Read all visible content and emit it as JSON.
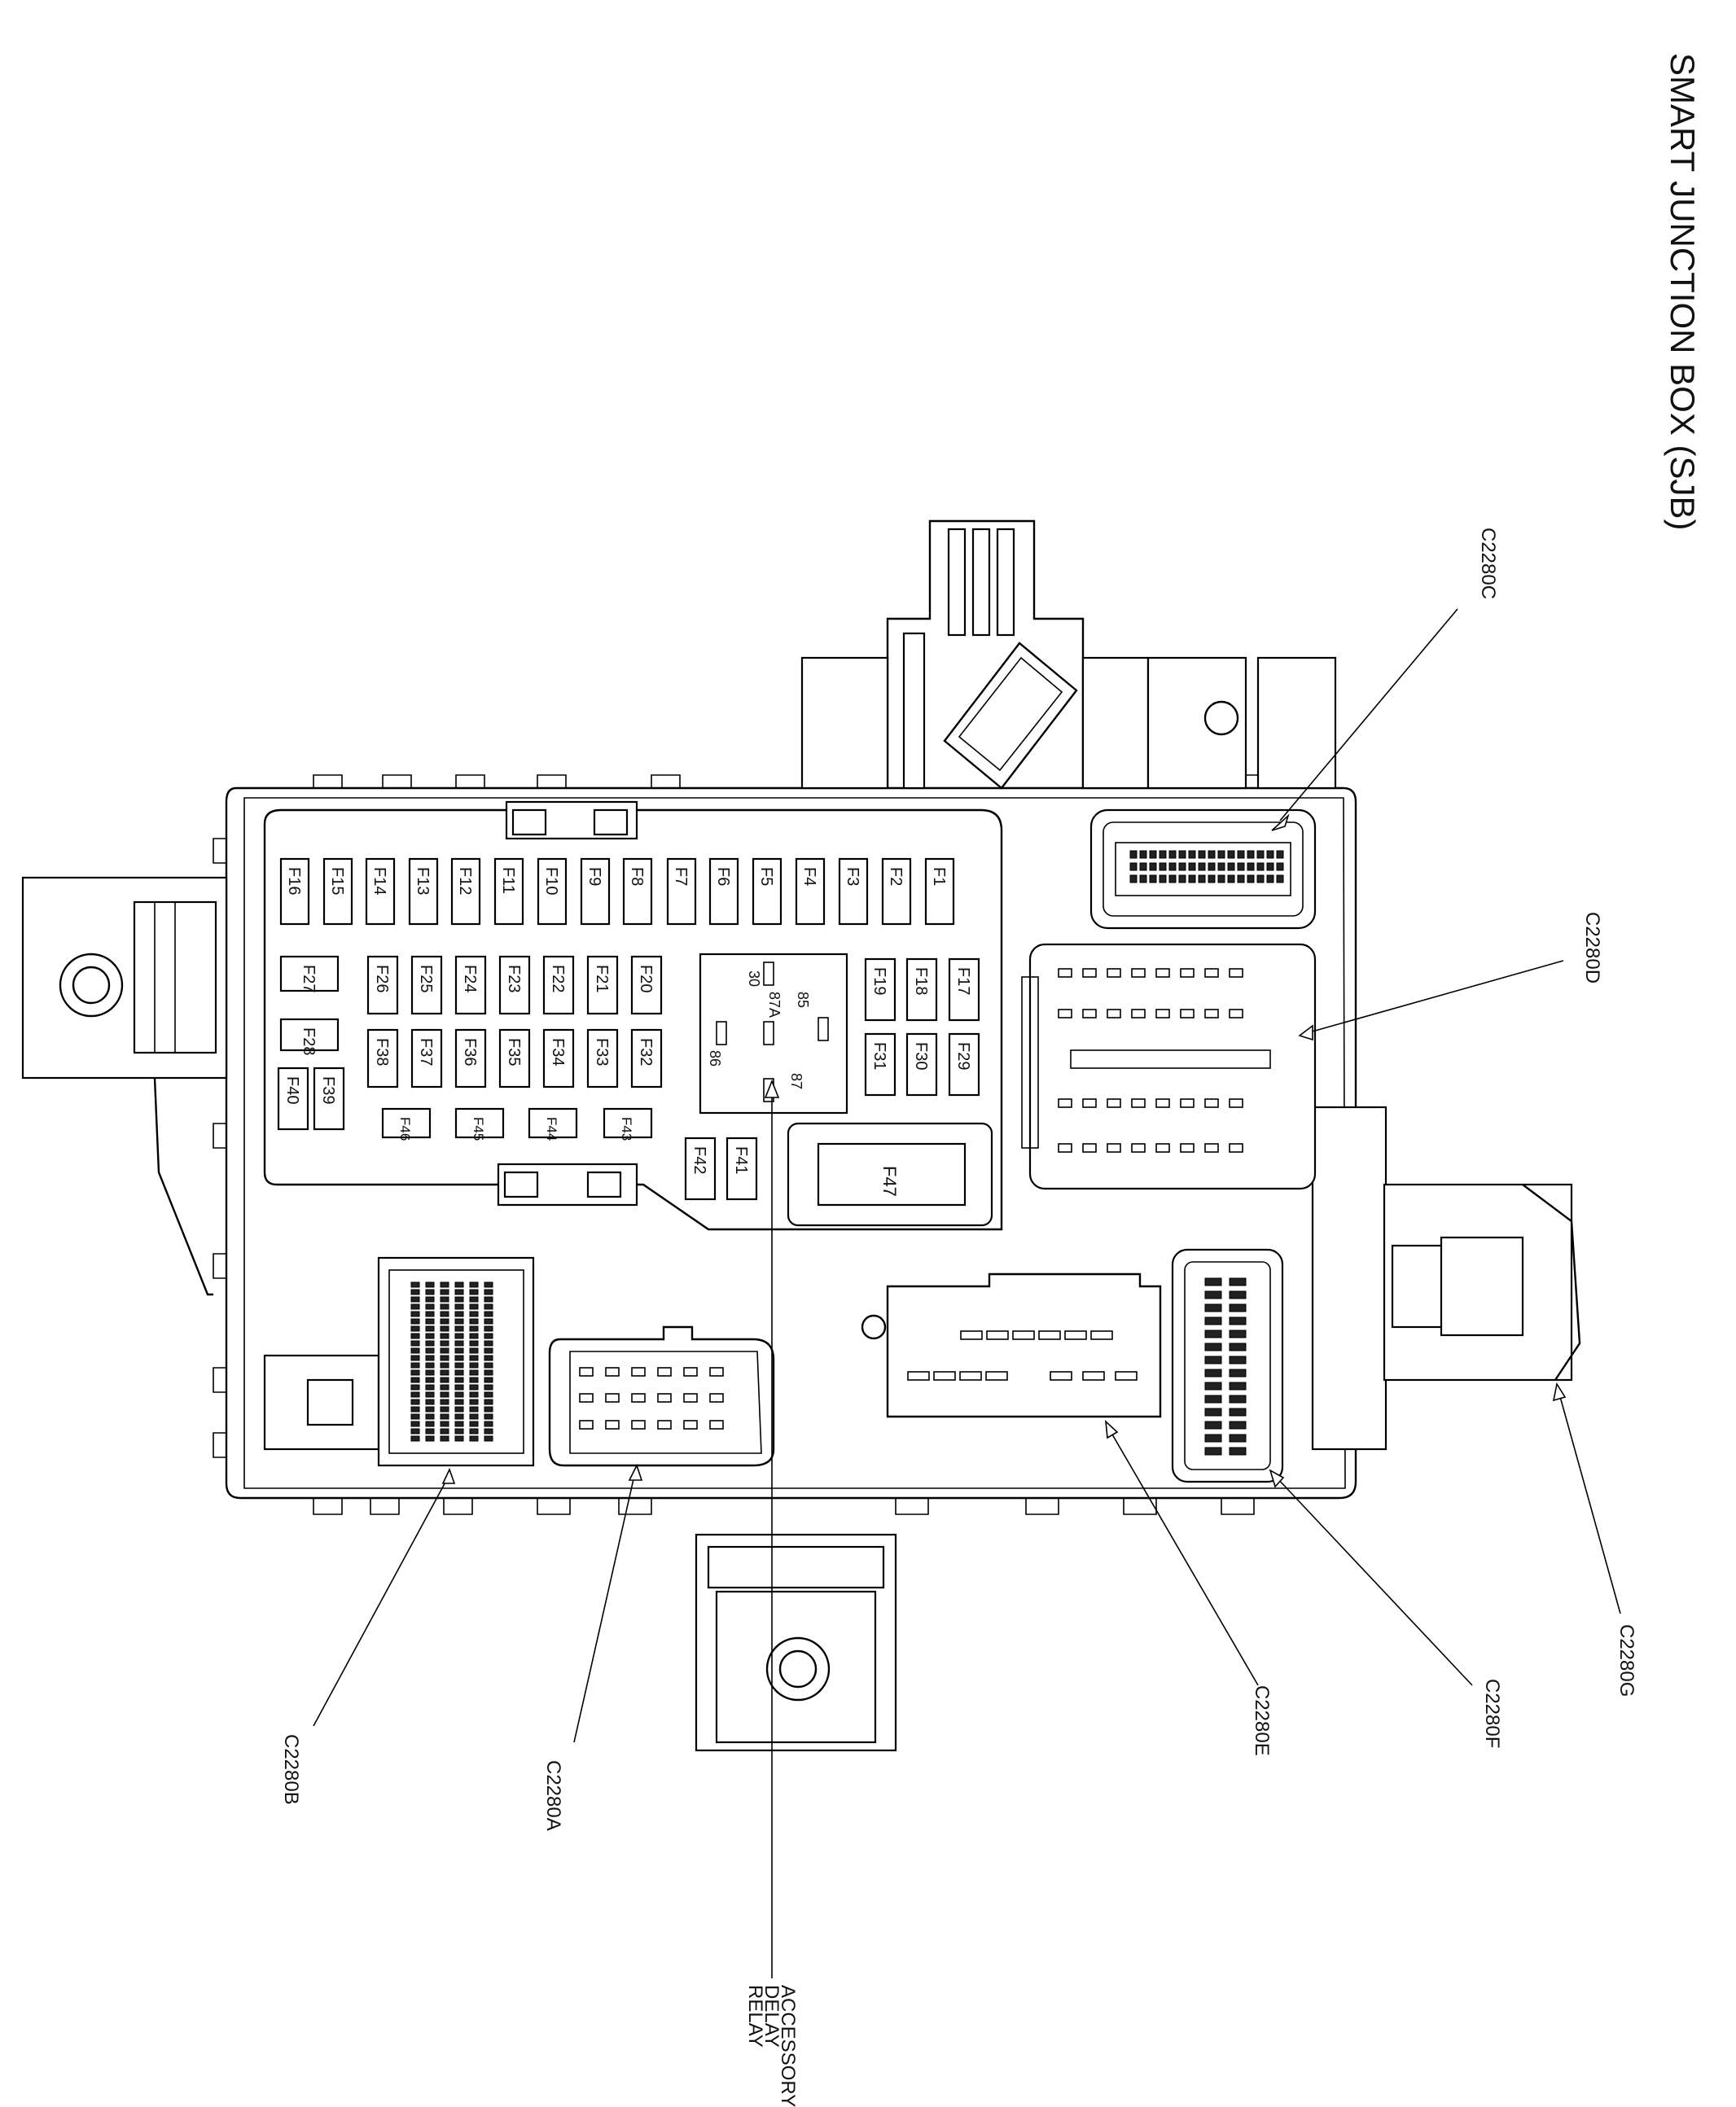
{
  "title": "SMART JUNCTION BOX (SJB)",
  "fuses_row1": [
    "F16",
    "F15",
    "F14",
    "F13",
    "F12",
    "F11",
    "F10",
    "F9",
    "F8",
    "F7",
    "F6",
    "F5",
    "F4",
    "F3",
    "F2",
    "F1"
  ],
  "fuses_row2": [
    "F27",
    "F26",
    "F25",
    "F24",
    "F23",
    "F22",
    "F21",
    "F20"
  ],
  "fuses_row3": [
    "F28",
    "F38",
    "F37",
    "F36",
    "F35",
    "F34",
    "F33",
    "F32"
  ],
  "fuses_row4": [
    "F40",
    "F39"
  ],
  "fuses_row5": [
    "F46",
    "F45",
    "F44",
    "F43"
  ],
  "fuses_side_top": [
    "F19",
    "F18",
    "F17"
  ],
  "fuses_side_bottom": [
    "F31",
    "F30",
    "F29"
  ],
  "fuses_bottom": [
    "F42",
    "F41"
  ],
  "fuse_large": "F47",
  "relay_terminals": [
    "30",
    "85",
    "87A",
    "86",
    "87"
  ],
  "connectors": {
    "c2280a": "C2280A",
    "c2280b": "C2280B",
    "c2280c": "C2280C",
    "c2280d": "C2280D",
    "c2280e": "C2280E",
    "c2280f": "C2280F",
    "c2280g": "C2280G"
  },
  "relay_label_lines": [
    "ACCESSORY",
    "DELAY",
    "RELAY"
  ]
}
